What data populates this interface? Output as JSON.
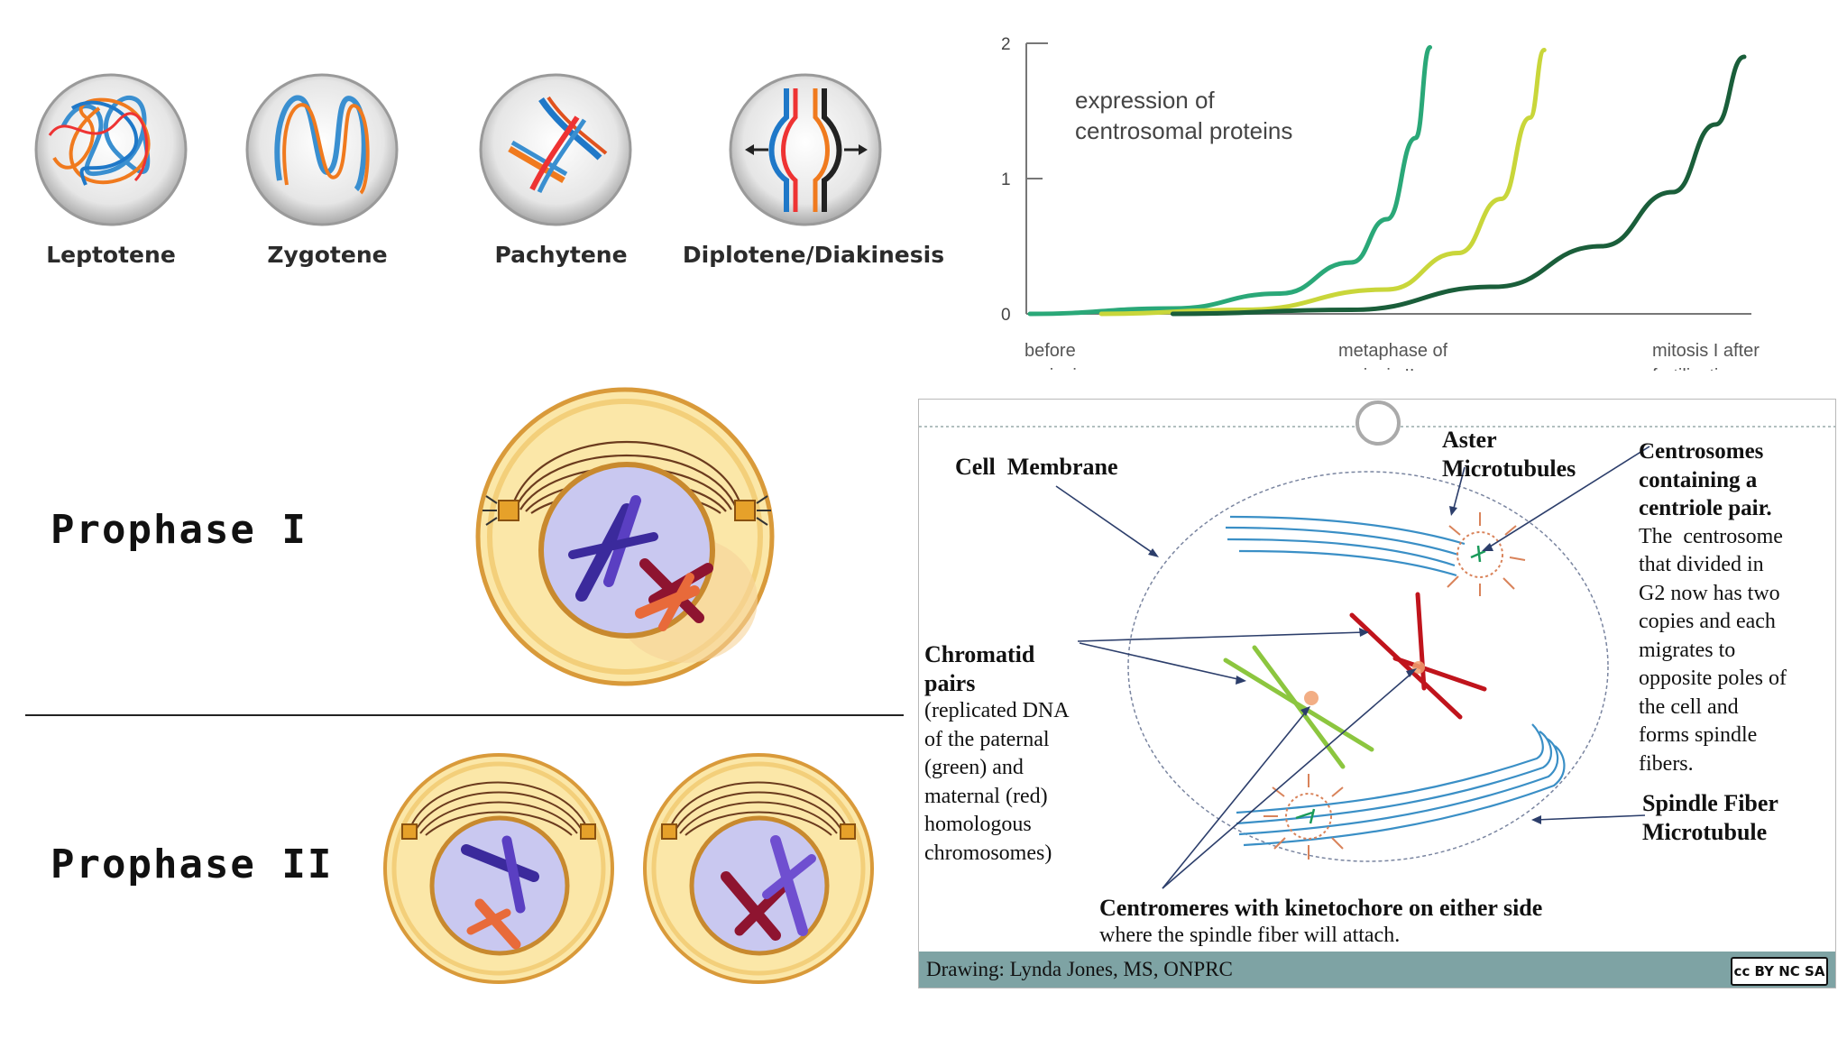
{
  "meiosis_stages": {
    "items": [
      {
        "label": "Leptotene"
      },
      {
        "label": "Zygotene"
      },
      {
        "label": "Pachytene"
      },
      {
        "label": "Diplotene/Diakinesis"
      }
    ]
  },
  "chart_data": {
    "type": "line",
    "title": "",
    "annotation": "expression of\ncentrosomal proteins",
    "annotation_lines": [
      "expression of",
      "centrosomal proteins"
    ],
    "ylim": [
      0,
      2
    ],
    "y_ticks": [
      "0",
      "1",
      "2"
    ],
    "x_tick_labels": [
      [
        "before",
        "meiosis"
      ],
      [
        "metaphase of",
        "meiosis II"
      ],
      [
        "mitosis I after",
        "fertilisation"
      ]
    ],
    "series": [
      {
        "color": "#2aa878",
        "x": [
          0.0,
          0.2,
          0.35,
          0.45,
          0.5,
          0.54,
          0.56
        ],
        "y": [
          0.0,
          0.04,
          0.15,
          0.38,
          0.7,
          1.3,
          1.97
        ]
      },
      {
        "color": "#c9d63a",
        "x": [
          0.1,
          0.3,
          0.5,
          0.6,
          0.66,
          0.7,
          0.72
        ],
        "y": [
          0.0,
          0.03,
          0.18,
          0.45,
          0.85,
          1.45,
          1.95
        ]
      },
      {
        "color": "#1a5e3a",
        "x": [
          0.2,
          0.45,
          0.65,
          0.8,
          0.9,
          0.96,
          1.0
        ],
        "y": [
          0.0,
          0.03,
          0.2,
          0.5,
          0.9,
          1.4,
          1.9
        ]
      }
    ]
  },
  "prophase": {
    "one": "Prophase I",
    "two": "Prophase II"
  },
  "mitosis_diagram": {
    "cell_membrane": "Cell  Membrane",
    "aster_line1": "Aster",
    "aster_line2": "Microtubules",
    "centrosomes_title": [
      "Centrosomes",
      "containing a",
      "centriole pair."
    ],
    "centrosomes_desc": [
      "The  centrosome",
      "that divided in",
      "G2 now has two",
      "copies and each",
      "migrates to",
      "opposite poles of",
      "the cell and",
      "forms spindle",
      "fibers."
    ],
    "chromatid_title": [
      "Chromatid",
      "pairs"
    ],
    "chromatid_desc": [
      "(replicated DNA",
      "of the paternal",
      "(green) and",
      "maternal (red)",
      "homologous",
      "chromosomes)"
    ],
    "spindle_label": [
      "Spindle Fiber",
      "Microtubule"
    ],
    "centromeres_bold": "Centromeres with kinetochore on either side",
    "centromeres_rest": "where the spindle fiber will attach.",
    "footer": "Drawing: Lynda Jones, MS, ONPRC",
    "license": "cc BY NC SA"
  },
  "colors": {
    "paternal": "#8cc63f",
    "maternal": "#c0141c",
    "microtubule": "#3a8fc6",
    "cell_cream": "#fbe7a8",
    "nucleus": "#c9c8f0"
  }
}
